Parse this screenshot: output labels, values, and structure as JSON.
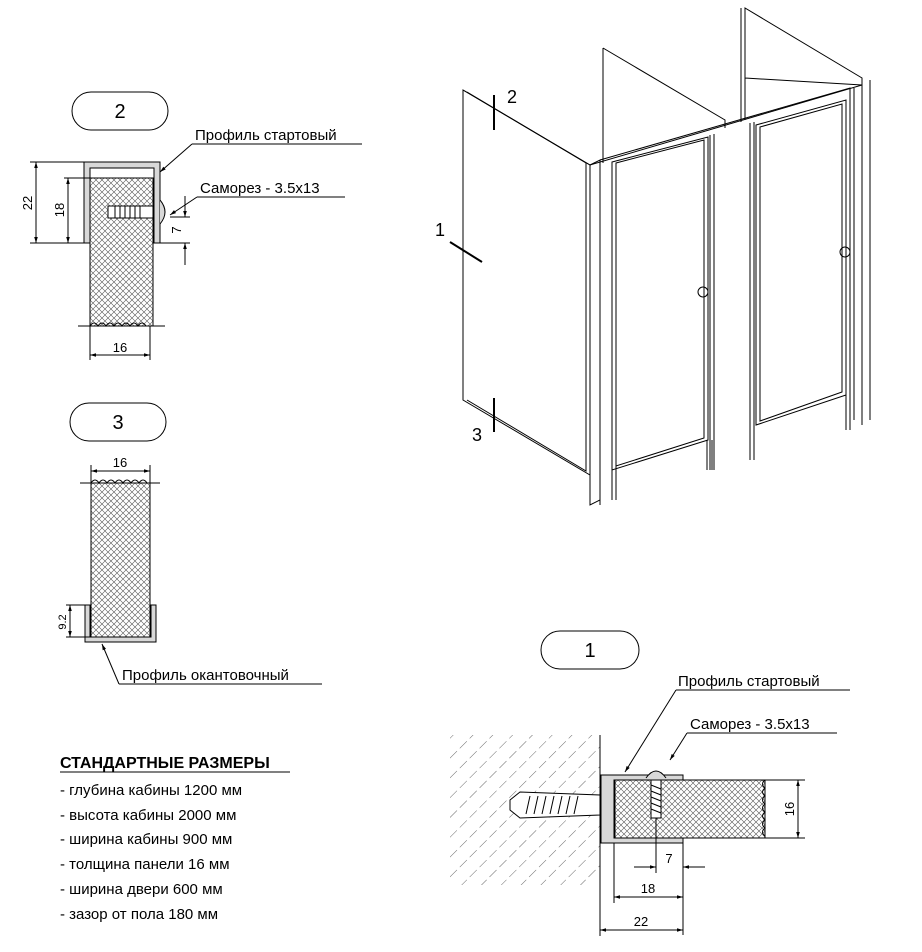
{
  "callouts": {
    "c1": "1",
    "c2": "2",
    "c3": "3"
  },
  "section2": {
    "profile_label": "Профиль стартовый",
    "screw_label": "Саморез - 3.5x13",
    "dims": {
      "d22": "22",
      "d18": "18",
      "d7": "7",
      "d16": "16"
    }
  },
  "section3": {
    "profile_label": "Профиль окантовочный",
    "dims": {
      "d16": "16",
      "d92": "9.2"
    }
  },
  "section1": {
    "profile_label": "Профиль стартовый",
    "screw_label": "Саморез - 3.5x13",
    "dims": {
      "d16": "16",
      "d7": "7",
      "d18": "18",
      "d22": "22"
    }
  },
  "cabin": {
    "mark1": "1",
    "mark2": "2",
    "mark3": "3"
  },
  "standard_sizes": {
    "title": "СТАНДАРТНЫЕ РАЗМЕРЫ",
    "items": [
      "- глубина кабины 1200 мм",
      "- высота кабины 2000 мм",
      "- ширина кабины 900 мм",
      "- толщина панели 16 мм",
      "- ширина двери 600 мм",
      "- зазор от пола 180 мм"
    ]
  }
}
